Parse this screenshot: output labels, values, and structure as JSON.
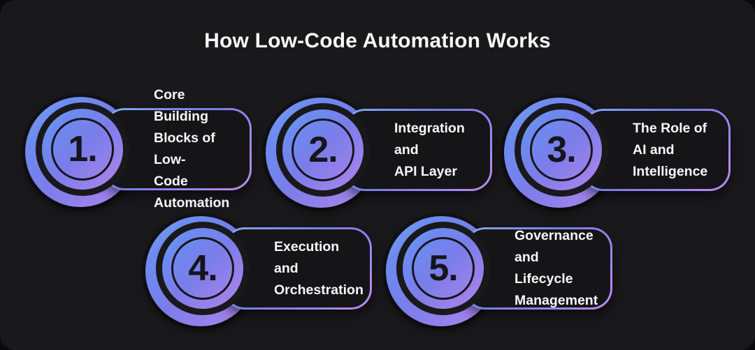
{
  "page": {
    "title": "How Low-Code Automation Works"
  },
  "theme": {
    "page_bg": "#0A0A0C",
    "card_bg": "#19191C",
    "pill_bg": "#151518",
    "text": "#F7F7F8",
    "number": "#15151B",
    "ring": "#16161B",
    "grad_a": "#84A6F4",
    "grad_b": "#6B8BF0",
    "grad_c": "#7B7DE9",
    "grad_d": "#B185EC",
    "pill_border_a": "#7FAAF2",
    "pill_border_b": "#BC8BF2"
  },
  "steps": [
    {
      "number": "1.",
      "label": "Core Building\nBlocks of Low-\nCode Automation"
    },
    {
      "number": "2.",
      "label": "Integration and\nAPI Layer"
    },
    {
      "number": "3.",
      "label": "The Role of AI and\nIntelligence"
    },
    {
      "number": "4.",
      "label": "Execution and\nOrchestration"
    },
    {
      "number": "5.",
      "label": "Governance and\nLifecycle\nManagement"
    }
  ]
}
